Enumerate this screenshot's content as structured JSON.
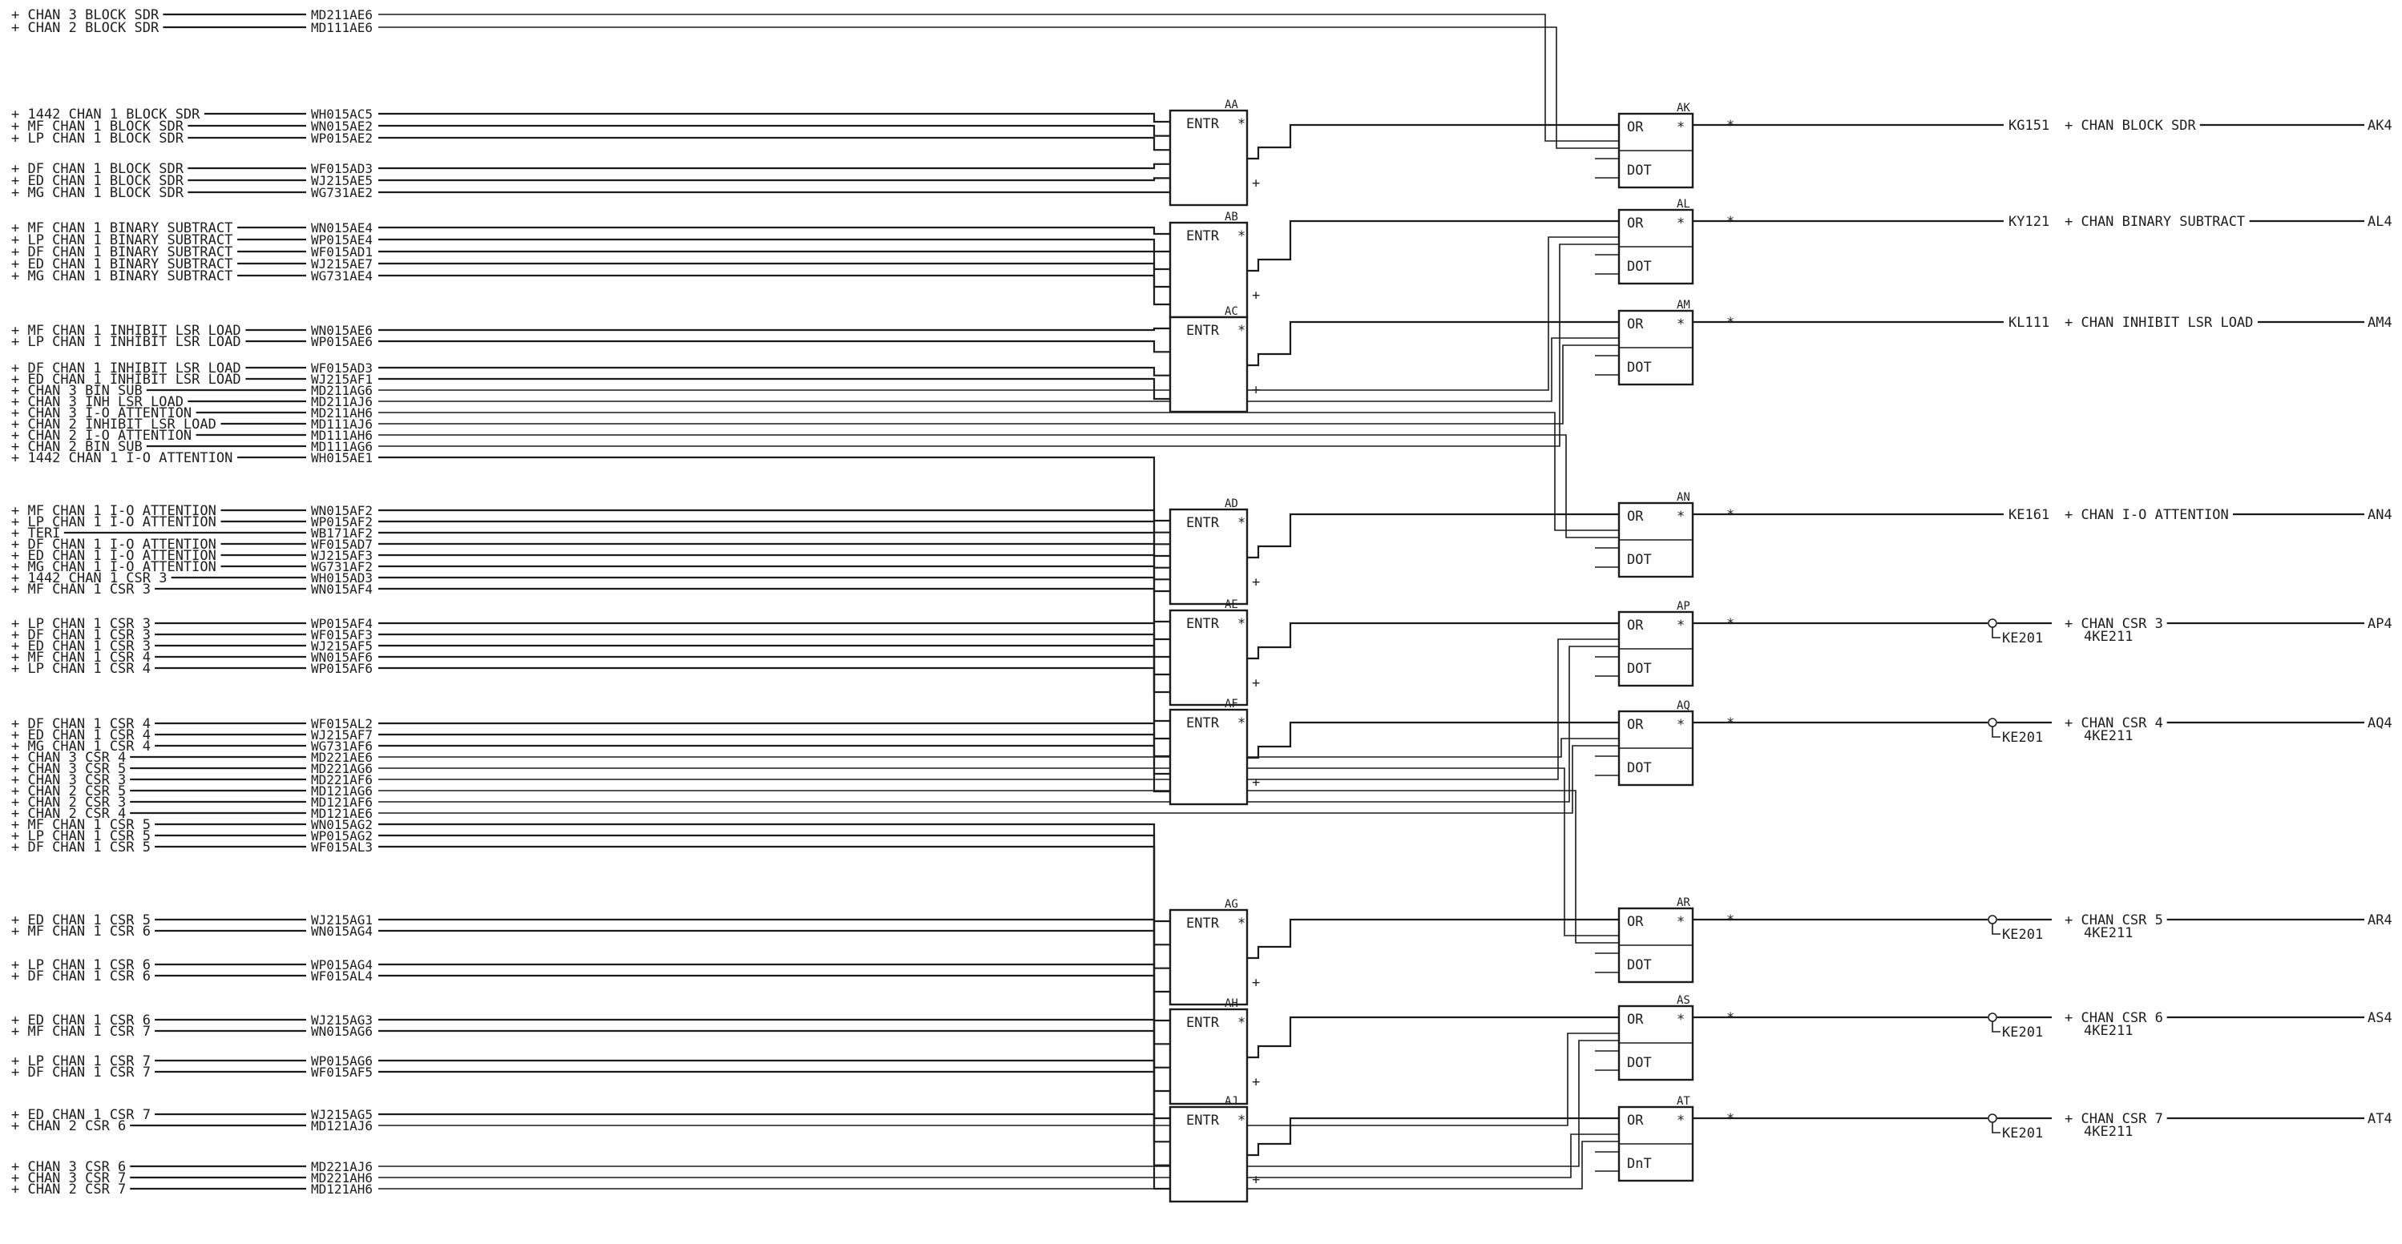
{
  "inputs": [
    {
      "label": "+ CHAN 3 BLOCK SDR",
      "net": "MD211AE6"
    },
    {
      "label": "+ CHAN 2 BLOCK SDR",
      "net": "MD111AE6"
    },
    {
      "label": "+ 1442 CHAN 1 BLOCK SDR",
      "net": "WH015AC5"
    },
    {
      "label": "+ MF CHAN 1 BLOCK SDR",
      "net": "WN015AE2"
    },
    {
      "label": "+ LP CHAN 1 BLOCK SDR",
      "net": "WP015AE2"
    },
    {
      "label": "+ DF CHAN 1 BLOCK SDR",
      "net": "WF015AD3"
    },
    {
      "label": "+ ED CHAN 1 BLOCK SDR",
      "net": "WJ215AE5"
    },
    {
      "label": "+ MG CHAN 1 BLOCK SDR",
      "net": "WG731AE2"
    },
    {
      "label": "+ MF CHAN 1 BINARY SUBTRACT",
      "net": "WN015AE4"
    },
    {
      "label": "+ LP CHAN 1 BINARY SUBTRACT",
      "net": "WP015AE4"
    },
    {
      "label": "+ DF CHAN 1 BINARY SUBTRACT",
      "net": "WF015AD1"
    },
    {
      "label": "+ ED CHAN 1 BINARY SUBTRACT",
      "net": "WJ215AE7"
    },
    {
      "label": "+ MG CHAN 1 BINARY SUBTRACT",
      "net": "WG731AE4"
    },
    {
      "label": "+ MF CHAN 1 INHIBIT LSR LOAD",
      "net": "WN015AE6"
    },
    {
      "label": "+ LP CHAN 1 INHIBIT LSR LOAD",
      "net": "WP015AE6"
    },
    {
      "label": "+ DF CHAN 1 INHIBIT LSR LOAD",
      "net": "WF015AD3"
    },
    {
      "label": "+ ED CHAN 1 INHIBIT LSR LOAD",
      "net": "WJ215AF1"
    },
    {
      "label": "+ CHAN 3 BIN SUB",
      "net": "MD211AG6"
    },
    {
      "label": "+ CHAN 3 INH LSR LOAD",
      "net": "MD211AJ6"
    },
    {
      "label": "+ CHAN 3 I-O ATTENTION",
      "net": "MD211AH6"
    },
    {
      "label": "+ CHAN 2 INHIBIT LSR LOAD",
      "net": "MD111AJ6"
    },
    {
      "label": "+ CHAN 2 I-O ATTENTION",
      "net": "MD111AH6"
    },
    {
      "label": "+ CHAN 2 BIN SUB",
      "net": "MD111AG6"
    },
    {
      "label": "+ 1442 CHAN 1 I-O ATTENTION",
      "net": "WH015AE1"
    },
    {
      "label": "+ MF CHAN 1 I-O ATTENTION",
      "net": "WN015AF2"
    },
    {
      "label": "+ LP CHAN 1 I-O ATTENTION",
      "net": "WP015AF2"
    },
    {
      "label": "+ TERI",
      "net": "WB171AF2"
    },
    {
      "label": "+ DF CHAN 1 I-O ATTENTION",
      "net": "WF015AD7"
    },
    {
      "label": "+ ED CHAN 1 I-O ATTENTION",
      "net": "WJ215AF3"
    },
    {
      "label": "+ MG CHAN 1 I-O ATTENTION",
      "net": "WG731AF2"
    },
    {
      "label": "+ 1442 CHAN 1 CSR 3",
      "net": "WH015AD3"
    },
    {
      "label": "+ MF CHAN 1 CSR 3",
      "net": "WN015AF4"
    },
    {
      "label": "+ LP CHAN 1 CSR 3",
      "net": "WP015AF4"
    },
    {
      "label": "+ DF CHAN 1 CSR 3",
      "net": "WF015AF3"
    },
    {
      "label": "+ ED CHAN 1 CSR 3",
      "net": "WJ215AF5"
    },
    {
      "label": "+ MF CHAN 1 CSR 4",
      "net": "WN015AF6"
    },
    {
      "label": "+ LP CHAN 1 CSR 4",
      "net": "WP015AF6"
    },
    {
      "label": "+ DF CHAN 1 CSR 4",
      "net": "WF015AL2"
    },
    {
      "label": "+ ED CHAN 1 CSR 4",
      "net": "WJ215AF7"
    },
    {
      "label": "+ MG CHAN 1 CSR 4",
      "net": "WG731AF6"
    },
    {
      "label": "+ CHAN 3 CSR 4",
      "net": "MD221AE6"
    },
    {
      "label": "+ CHAN 3 CSR 5",
      "net": "MD221AG6"
    },
    {
      "label": "+ CHAN 3 CSR 3",
      "net": "MD221AF6"
    },
    {
      "label": "+ CHAN 2 CSR 5",
      "net": "MD121AG6"
    },
    {
      "label": "+ CHAN 2 CSR 3",
      "net": "MD121AF6"
    },
    {
      "label": "+ CHAN 2 CSR 4",
      "net": "MD121AE6"
    },
    {
      "label": "+ MF CHAN 1 CSR 5",
      "net": "WN015AG2"
    },
    {
      "label": "+ LP CHAN 1 CSR 5",
      "net": "WP015AG2"
    },
    {
      "label": "+ DF CHAN 1 CSR 5",
      "net": "WF015AL3"
    },
    {
      "label": "+ ED CHAN 1 CSR 5",
      "net": "WJ215AG1"
    },
    {
      "label": "+ MF CHAN 1 CSR 6",
      "net": "WN015AG4"
    },
    {
      "label": "+ LP CHAN 1 CSR 6",
      "net": "WP015AG4"
    },
    {
      "label": "+ DF CHAN 1 CSR 6",
      "net": "WF015AL4"
    },
    {
      "label": "+ ED CHAN 1 CSR 6",
      "net": "WJ215AG3"
    },
    {
      "label": "+ MF CHAN 1 CSR 7",
      "net": "WN015AG6"
    },
    {
      "label": "+ LP CHAN 1 CSR 7",
      "net": "WP015AG6"
    },
    {
      "label": "+ DF CHAN 1 CSR 7",
      "net": "WF015AF5"
    },
    {
      "label": "+ ED CHAN 1 CSR 7",
      "net": "WJ215AG5"
    },
    {
      "label": "+ CHAN 2 CSR 6",
      "net": "MD121AJ6"
    },
    {
      "label": "+ CHAN 3 CSR 6",
      "net": "MD221AJ6"
    },
    {
      "label": "+ CHAN 3 CSR 7",
      "net": "MD221AH6"
    },
    {
      "label": "+ CHAN 2 CSR 7",
      "net": "MD121AH6"
    }
  ],
  "entr_blocks": [
    {
      "id": "AA",
      "label": "ENTR",
      "star": "*",
      "plus": "+"
    },
    {
      "id": "AB",
      "label": "ENTR",
      "star": "*",
      "plus": "+"
    },
    {
      "id": "AC",
      "label": "ENTR",
      "star": "*",
      "plus": "+"
    },
    {
      "id": "AD",
      "label": "ENTR",
      "star": "*",
      "plus": "+"
    },
    {
      "id": "AE",
      "label": "ENTR",
      "star": "*",
      "plus": "+"
    },
    {
      "id": "AF",
      "label": "ENTR",
      "star": "*",
      "plus": "+"
    },
    {
      "id": "AG",
      "label": "ENTR",
      "star": "*",
      "plus": "+"
    },
    {
      "id": "AH",
      "label": "ENTR",
      "star": "*",
      "plus": "+"
    },
    {
      "id": "AJ",
      "label": "ENTR",
      "star": "*",
      "plus": "+"
    }
  ],
  "or_blocks": [
    {
      "id": "AK",
      "or": "OR",
      "dot": "DOT",
      "star": "*"
    },
    {
      "id": "AL",
      "or": "OR",
      "dot": "DOT",
      "star": "*"
    },
    {
      "id": "AM",
      "or": "OR",
      "dot": "DOT",
      "star": "*"
    },
    {
      "id": "AN",
      "or": "OR",
      "dot": "DOT",
      "star": "*"
    },
    {
      "id": "AP",
      "or": "OR",
      "dot": "DOT",
      "star": "*"
    },
    {
      "id": "AQ",
      "or": "OR",
      "dot": "DOT",
      "star": "*"
    },
    {
      "id": "AR",
      "or": "OR",
      "dot": "DOT",
      "star": "*"
    },
    {
      "id": "AS",
      "or": "OR",
      "dot": "DOT",
      "star": "*"
    },
    {
      "id": "AT",
      "or": "OR",
      "dot": "DnT",
      "star": "*"
    }
  ],
  "outputs": [
    {
      "ref": "KG151",
      "label": "+ CHAN BLOCK SDR",
      "sub": "",
      "pin": "AK4"
    },
    {
      "ref": "KY121",
      "label": "+ CHAN BINARY SUBTRACT",
      "sub": "",
      "pin": "AL4"
    },
    {
      "ref": "KL111",
      "label": "+ CHAN INHIBIT LSR LOAD",
      "sub": "",
      "pin": "AM4"
    },
    {
      "ref": "KE161",
      "label": "+ CHAN I-O ATTENTION",
      "sub": "",
      "pin": "AN4"
    },
    {
      "ref": "KE201",
      "label": "+ CHAN CSR 3",
      "sub": "4KE211",
      "pin": "AP4"
    },
    {
      "ref": "KE201",
      "label": "+ CHAN CSR 4",
      "sub": "4KE211",
      "pin": "AQ4"
    },
    {
      "ref": "KE201",
      "label": "+ CHAN CSR 5",
      "sub": "4KE211",
      "pin": "AR4"
    },
    {
      "ref": "KE201",
      "label": "+ CHAN CSR 6",
      "sub": "4KE211",
      "pin": "AS4"
    },
    {
      "ref": "KE201",
      "label": "+ CHAN CSR 7",
      "sub": "4KE211",
      "pin": "AT4"
    }
  ]
}
